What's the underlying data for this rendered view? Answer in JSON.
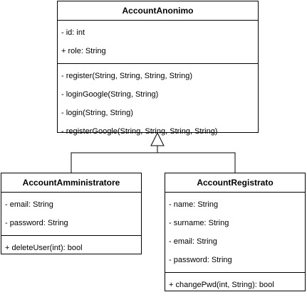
{
  "classes": {
    "anonimo": {
      "name": "AccountAnonimo",
      "attributes": [
        "- id: int",
        "+ role: String"
      ],
      "methods": [
        "- register(String, String, String, String)",
        "- loginGoogle(String, String)",
        "- login(String, String)",
        "- registerGoogle(String, String, String, String)"
      ]
    },
    "admin": {
      "name": "AccountAmministratore",
      "attributes": [
        "- email: String",
        "- password: String"
      ],
      "methods": [
        "+ deleteUser(int): bool"
      ]
    },
    "registrato": {
      "name": "AccountRegistrato",
      "attributes": [
        "- name: String",
        "- surname: String",
        "- email: String",
        "- password: String"
      ],
      "methods": [
        "+ changePwd(int, String): bool"
      ]
    }
  },
  "colors": {
    "stroke": "#000000",
    "fill": "#ffffff"
  }
}
